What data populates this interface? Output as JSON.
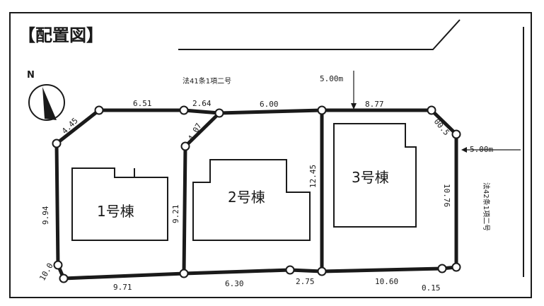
{
  "title": "【配置図】",
  "north_label": "N",
  "roads": {
    "north_road_label": "法41条1項二号",
    "north_width": "5.00m",
    "east_road_label": "法42条1項二号",
    "east_width": "5.00m"
  },
  "buildings": [
    {
      "label": "1号棟"
    },
    {
      "label": "2号棟"
    },
    {
      "label": "3号棟"
    }
  ],
  "dimensions": {
    "top_1": "6.51",
    "top_2": "2.64",
    "top_3": "6.00",
    "top_4": "8.77",
    "corner_nw": "4.45",
    "corner_mid": "4.07",
    "corner_ne": "00.5",
    "left": "9.94",
    "corner_sw": "10.0",
    "lot1_east": "9.21",
    "lot2_east": "12.45",
    "right": "10.76",
    "bottom_1": "9.71",
    "bottom_2": "6.30",
    "bottom_3": "2.75",
    "bottom_4": "10.60",
    "bottom_se": "0.15"
  }
}
